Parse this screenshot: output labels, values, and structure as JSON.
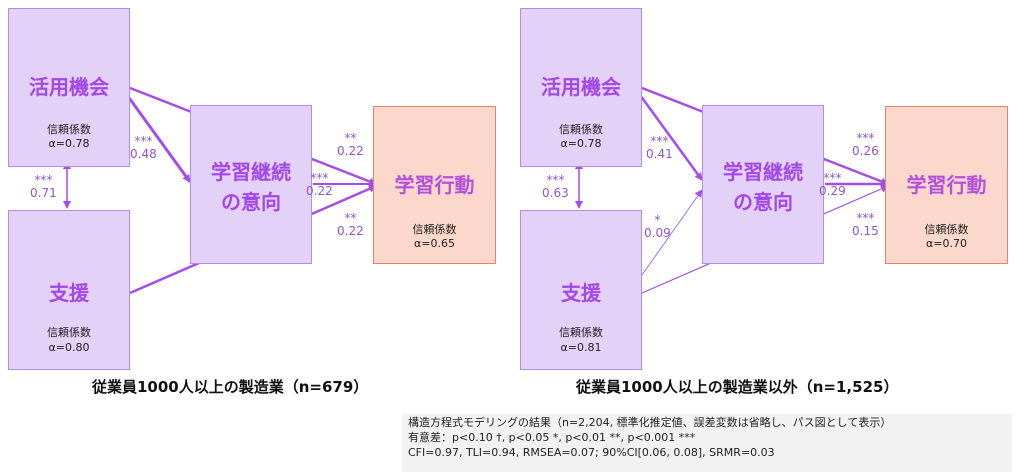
{
  "panels": [
    {
      "caption": "従業員1000人以上の製造業（n=679）",
      "boxes": {
        "katsuyo": {
          "title": "活用機会",
          "rel_label": "信頼係数",
          "rel_value": "α=0.78"
        },
        "shien": {
          "title": "支援",
          "rel_label": "信頼係数",
          "rel_value": "α=0.80"
        },
        "keizoku": {
          "title_line1": "学習継続",
          "title_line2": "の意向"
        },
        "kodo": {
          "title": "学習行動",
          "rel_label": "信頼係数",
          "rel_value": "α=0.65"
        }
      },
      "paths": {
        "corr": {
          "sig": "***",
          "value": "0.71"
        },
        "katsuyo_keizoku": {
          "sig": "***",
          "value": "0.48"
        },
        "katsuyo_kodo": {
          "sig": "**",
          "value": "0.22"
        },
        "keizoku_kodo": {
          "sig": "***",
          "value": "0.22"
        },
        "shien_kodo": {
          "sig": "**",
          "value": "0.22"
        }
      }
    },
    {
      "caption": "従業員1000人以上の製造業以外（n=1,525）",
      "boxes": {
        "katsuyo": {
          "title": "活用機会",
          "rel_label": "信頼係数",
          "rel_value": "α=0.78"
        },
        "shien": {
          "title": "支援",
          "rel_label": "信頼係数",
          "rel_value": "α=0.81"
        },
        "keizoku": {
          "title_line1": "学習継続",
          "title_line2": "の意向"
        },
        "kodo": {
          "title": "学習行動",
          "rel_label": "信頼係数",
          "rel_value": "α=0.70"
        }
      },
      "paths": {
        "corr": {
          "sig": "***",
          "value": "0.63"
        },
        "katsuyo_keizoku": {
          "sig": "***",
          "value": "0.41"
        },
        "shien_keizoku": {
          "sig": "*",
          "value": "0.09"
        },
        "katsuyo_kodo": {
          "sig": "***",
          "value": "0.26"
        },
        "keizoku_kodo": {
          "sig": "***",
          "value": "0.29"
        },
        "shien_kodo": {
          "sig": "***",
          "value": "0.15"
        }
      }
    }
  ],
  "notes": [
    "構造方程式モデリングの結果（n=2,204, 標準化推定値、誤差変数は省略し、パス図として表示）",
    "有意差：p<0.10 †, p<0.05 *, p<0.01 **, p<0.001 ***",
    "CFI=0.97, TLI=0.94, RMSEA=0.07; 90%CI[0.06, 0.08], SRMR=0.03"
  ],
  "colors": {
    "path": "#a34ee8",
    "latent_fill": "#e3d1f7",
    "outcome_fill": "#fcd8cc",
    "outcome_border": "#e8836b"
  }
}
